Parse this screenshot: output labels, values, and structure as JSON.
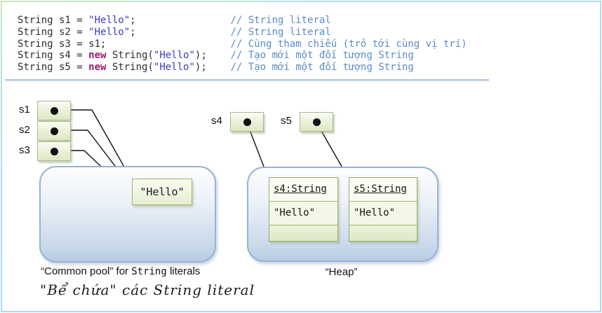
{
  "code": {
    "lines": [
      {
        "segments": [
          {
            "c": "plain",
            "t": "String s1 = "
          },
          {
            "c": "string",
            "t": "\"Hello\""
          },
          {
            "c": "plain",
            "t": ";                "
          },
          {
            "c": "comment",
            "t": "// String literal"
          }
        ]
      },
      {
        "segments": [
          {
            "c": "plain",
            "t": "String s2 = "
          },
          {
            "c": "string",
            "t": "\"Hello\""
          },
          {
            "c": "plain",
            "t": ";                "
          },
          {
            "c": "comment",
            "t": "// String literal"
          }
        ]
      },
      {
        "segments": [
          {
            "c": "plain",
            "t": "String s3 = s1;                     "
          },
          {
            "c": "comment",
            "t": "// Cùng tham chiếu (trỏ tới cùng vị trí)"
          }
        ]
      },
      {
        "segments": [
          {
            "c": "plain",
            "t": "String s4 = "
          },
          {
            "c": "keyword",
            "t": "new"
          },
          {
            "c": "plain",
            "t": " String("
          },
          {
            "c": "string",
            "t": "\"Hello\""
          },
          {
            "c": "plain",
            "t": ");    "
          },
          {
            "c": "comment",
            "t": "// Tạo mới một đối tượng String"
          }
        ]
      },
      {
        "segments": [
          {
            "c": "plain",
            "t": "String s5 = "
          },
          {
            "c": "keyword",
            "t": "new"
          },
          {
            "c": "plain",
            "t": " String("
          },
          {
            "c": "string",
            "t": "\"Hello\""
          },
          {
            "c": "plain",
            "t": ");    "
          },
          {
            "c": "comment",
            "t": "// Tạo mới một đối tượng String"
          }
        ]
      }
    ]
  },
  "diagram": {
    "refs": [
      {
        "label": "s1"
      },
      {
        "label": "s2"
      },
      {
        "label": "s3"
      },
      {
        "label": "s4"
      },
      {
        "label": "s5"
      }
    ],
    "pool": {
      "box_label": "\"Hello\""
    },
    "heap": {
      "objects": [
        {
          "header": "s4:String",
          "value": "\"Hello\""
        },
        {
          "header": "s5:String",
          "value": "\"Hello\""
        }
      ]
    }
  },
  "captions": {
    "pool_pre": "“Common pool” for ",
    "pool_mono": "String",
    "pool_post": " literals",
    "heap": "“Heap”",
    "pool_vi": "\"Bể chứa\" các String literal"
  },
  "colors": {
    "code_string": "#3a3ac8",
    "code_keyword": "#a01a6e",
    "code_comment": "#5b8bc9",
    "container_border": "#95b3d7",
    "container_fill": "#b9cbe3",
    "green_box_border": "#a0b468",
    "green_box_fill": "#e7efd2",
    "frame_top": "#c9e6bf",
    "frame_bottom": "#a8dcee"
  }
}
